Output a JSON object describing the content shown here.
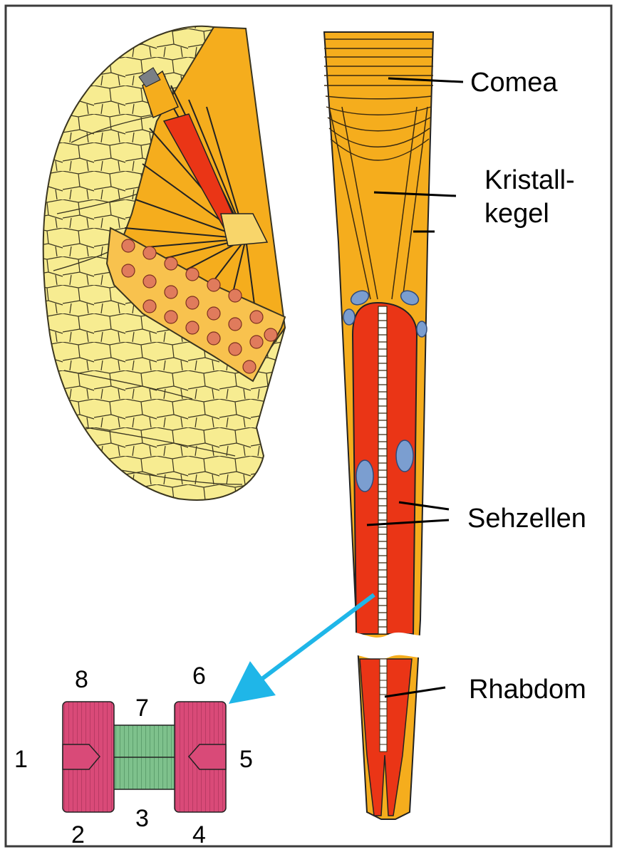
{
  "labels": {
    "cornea": "Comea",
    "crystal_cone_line1": "Kristall-",
    "crystal_cone_line2": "kegel",
    "visual_cells": "Sehzellen",
    "rhabdom": "Rhabdom"
  },
  "cross_section_numbers": {
    "n1": "1",
    "n2": "2",
    "n3": "3",
    "n4": "4",
    "n5": "5",
    "n6": "6",
    "n7": "7",
    "n8": "8"
  },
  "colors": {
    "eye_cells": "#f7ec91",
    "eye_cell_lines": "#3a3520",
    "ommatidium_orange": "#f5ad1d",
    "ommatidium_light_orange": "#f8c24e",
    "retinula_red": "#ea3516",
    "nucleus_blue": "#7b9ed0",
    "pointer_arrow": "#1fb6e8",
    "cross_section_pink": "#d94a78",
    "cross_section_green": "#7ec18c",
    "frame": "#3b3b3b"
  }
}
